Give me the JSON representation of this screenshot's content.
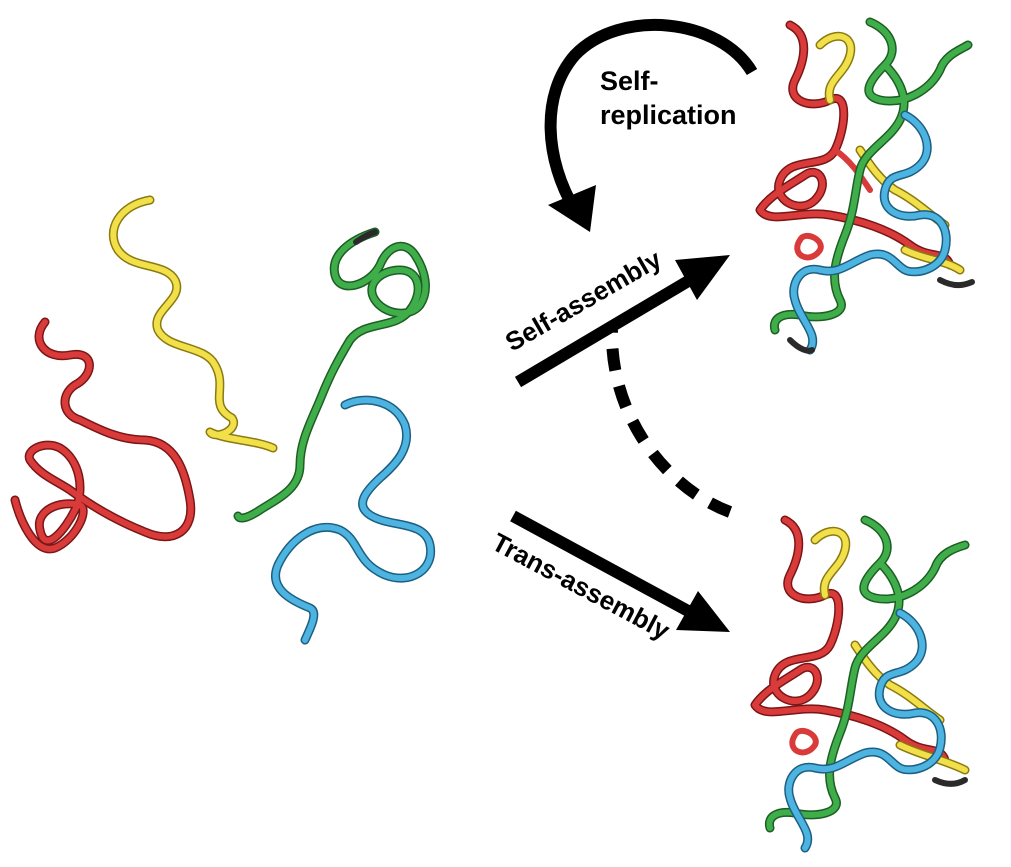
{
  "labels": {
    "self_replication_line1": "Self-",
    "self_replication_line2": "replication",
    "self_assembly": "Self-assembly",
    "trans_assembly": "Trans-assembly"
  },
  "colors": {
    "red_strand": "#d93a3a",
    "yellow_strand": "#f2e04a",
    "green_strand": "#3fae4a",
    "blue_strand": "#4db3e0",
    "dark_end": "#2a2a2a",
    "arrow": "#000000"
  },
  "icons": {
    "self_replication_arrow": "curved-arrow-icon",
    "self_assembly_arrow": "straight-arrow-icon",
    "trans_assembly_arrow": "straight-arrow-icon",
    "conversion_arrow": "dashed-curve-icon"
  }
}
